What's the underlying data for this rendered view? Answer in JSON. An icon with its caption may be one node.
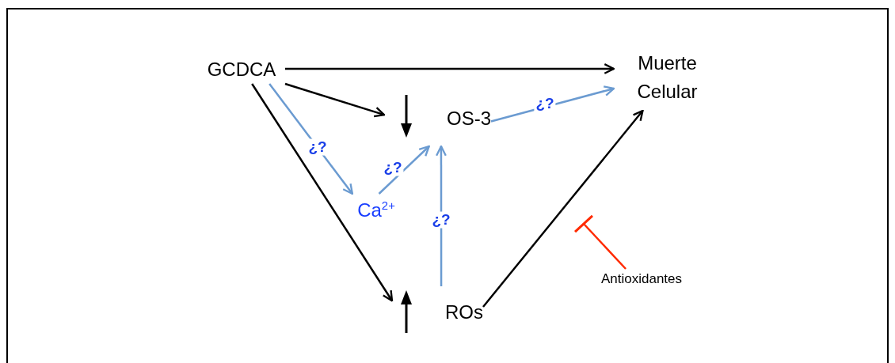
{
  "diagram": {
    "nodes": [
      {
        "text": [
          "GCDCA"
        ]
      },
      {
        "text": [
          "Muerte Celular"
        ]
      },
      {
        "text": [
          "OS-3"
        ]
      },
      {
        "text": [
          "Ca$^{2+}$"
        ]
      },
      {
        "text": [
          "ROs"
        ]
      },
      {
        "text": [
          "Antioxidantes"
        ]
      }
    ],
    "edges": [
      {
        "from": 0,
        "to": 1,
        "arrow": "to"
      },
      {
        "from": 0,
        "to": 2,
        "arrow": "to"
      },
      {
        "from": 0,
        "to": 4,
        "arrow": "to"
      },
      {
        "from": 0,
        "to": 3,
        "arrow": "to",
        "label": "¿?",
        "color": "#6b9bd1"
      },
      {
        "from": 3,
        "to": 2,
        "arrow": "to",
        "label": "¿?",
        "color": "#6b9bd1"
      },
      {
        "from": 4,
        "to": 2,
        "arrow": "to",
        "label": "¿?",
        "color": "#6b9bd1"
      },
      {
        "from": 2,
        "to": 1,
        "arrow": "to",
        "label": "¿?",
        "color": "#6b9bd1"
      },
      {
        "from": 4,
        "to": 1,
        "arrow": "to"
      },
      {
        "from": 5,
        "to": null,
        "arrow": "other",
        "color": "#ff2a00"
      }
    ]
  }
}
